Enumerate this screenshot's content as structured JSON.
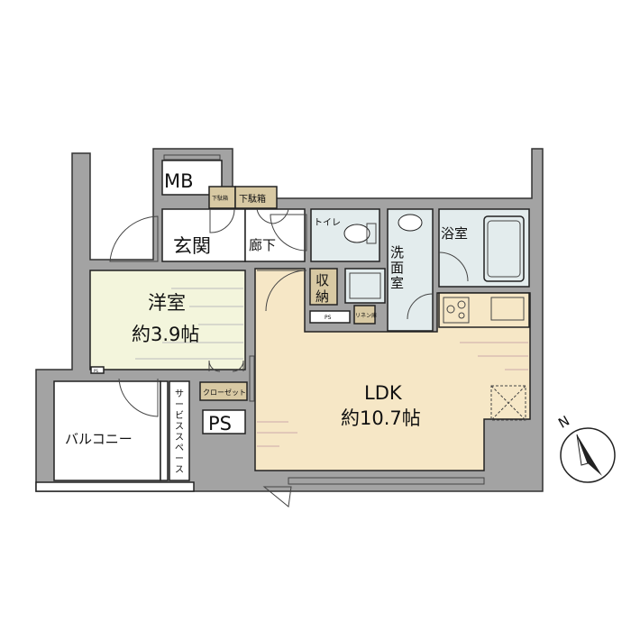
{
  "colors": {
    "wall": "#a3a3a3",
    "western_room": "#f3f5dc",
    "ldk": "#f6e7c6",
    "wet_area": "#e3eced",
    "storage": "#d8c9a3"
  },
  "rooms": {
    "mb": "MB",
    "shoe_box_small": "下駄箱",
    "shoe_box": "下駄箱",
    "entrance": "玄関",
    "hallway": "廊下",
    "toilet": "トイレ",
    "washroom": [
      "洗",
      "面",
      "室"
    ],
    "bathroom": "浴室",
    "storage": [
      "収",
      "納"
    ],
    "ps_small": "PS",
    "linen": "リネン庫",
    "western_room": {
      "name": "洋室",
      "size": "約3.9帖"
    },
    "ldk": {
      "name": "LDK",
      "size": "約10.7帖"
    },
    "closet": "クローゼット",
    "ps": "PS",
    "ps_tiny": "PS",
    "balcony": "バルコニー",
    "service_space": [
      "サ",
      "ー",
      "ビ",
      "ス",
      "ス",
      "ペ",
      "ー",
      "ス"
    ]
  },
  "compass": {
    "label": "N",
    "icon": "north-arrow-icon"
  }
}
